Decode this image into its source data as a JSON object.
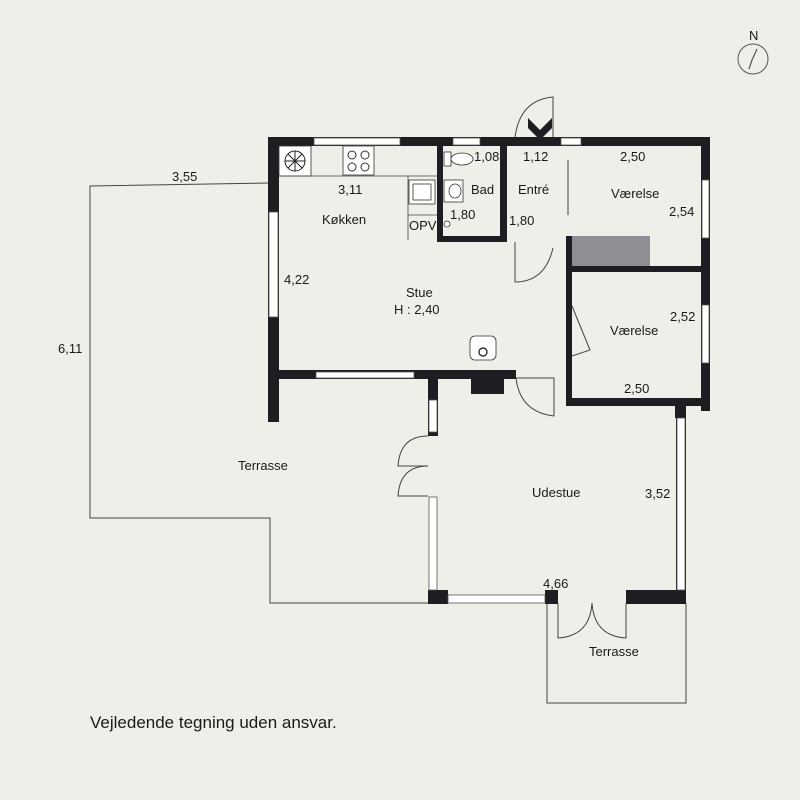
{
  "rooms": {
    "kitchen": "Køkken",
    "living": "Stue",
    "living_height": "H : 2,40",
    "bath": "Bad",
    "entry": "Entré",
    "bedroom_1": "Værelse",
    "bedroom_2": "Værelse",
    "terrace_west": "Terrasse",
    "sunroom": "Udestue",
    "terrace_south": "Terrasse",
    "utility": "OPV"
  },
  "dimensions": {
    "terrace_west_width": "3,55",
    "terrace_west_depth": "6,11",
    "kitchen_width": "3,11",
    "living_depth": "4,22",
    "bath_width": "1,08",
    "bath_depth": "1,80",
    "entry_width": "1,12",
    "entry_depth": "1,80",
    "bedroom1_width": "2,50",
    "bedroom1_depth": "2,54",
    "bedroom2_depth": "2,52",
    "bedroom2_width": "2,50",
    "sunroom_depth": "3,52",
    "sunroom_width": "4,66"
  },
  "compass": {
    "north_label": "N"
  },
  "disclaimer": "Vejledende tegning uden ansvar.",
  "colors": {
    "background": "#efeee8",
    "walls": "#1e1e22",
    "wardrobe": "#8f8e93"
  }
}
